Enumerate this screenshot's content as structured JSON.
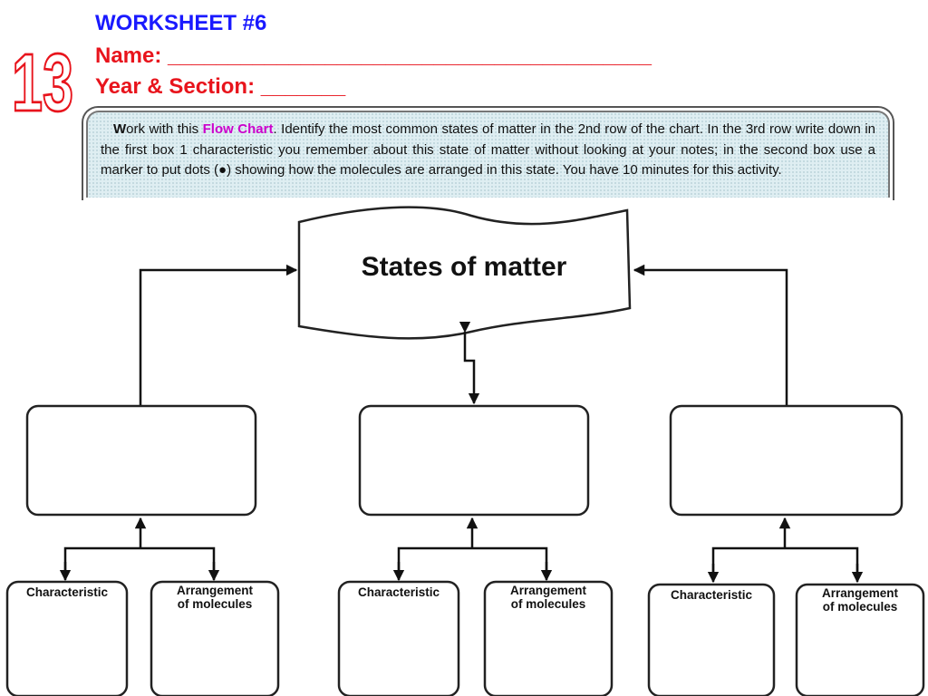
{
  "page_number": "13",
  "header": {
    "title": "WORKSHEET #6",
    "name_line": "Name: ________________________________________",
    "year_section_line": "Year & Section: _______"
  },
  "instructions": {
    "lead_letter": "W",
    "text_before": "ork with this ",
    "highlight": "Flow Chart",
    "text_after": ". Identify the most common states of matter in the 2nd row of the chart. In the 3rd row write down in the first box 1 characteristic you remember about this state of matter without looking at your notes; in the second box use a marker to put dots (●) showing how the molecules are arranged in this state. You have 10 minutes for this activity."
  },
  "flow_chart": {
    "top_label": "States of matter",
    "groups": [
      {
        "characteristic_label": "Characteristic",
        "arrangement_label": [
          "Arrangement",
          "of molecules"
        ]
      },
      {
        "characteristic_label": "Characteristic",
        "arrangement_label": [
          "Arrangement",
          "of molecules"
        ]
      },
      {
        "characteristic_label": "Characteristic",
        "arrangement_label": [
          "Arrangement",
          "of molecules"
        ]
      }
    ]
  },
  "colors": {
    "title_blue": "#1a1aff",
    "header_red": "#e8141c",
    "highlight_magenta": "#cc00cc",
    "instruction_bg": "#dfeef2"
  }
}
